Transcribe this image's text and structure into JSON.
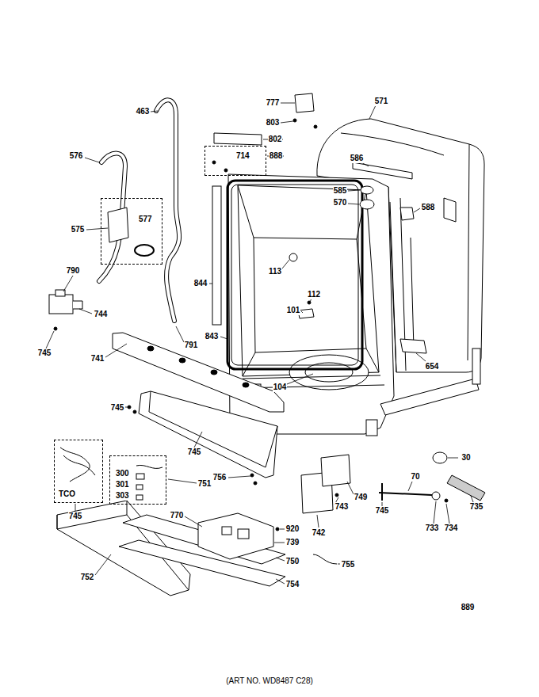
{
  "diagram": {
    "nodes": [
      {
        "text": [
          "577"
        ]
      },
      {
        "text": [
          "714"
        ]
      },
      {
        "text": [
          "TCO"
        ]
      },
      {
        "text": [
          "300",
          "301",
          "303"
        ]
      }
    ],
    "labels": [
      "463",
      "576",
      "575",
      "790",
      "744",
      "745",
      "791",
      "844",
      "843",
      "741",
      "745",
      "745",
      "756",
      "745",
      "751",
      "752",
      "770",
      "920",
      "739",
      "750",
      "754",
      "755",
      "749",
      "742",
      "743",
      "745",
      "70",
      "733",
      "734",
      "735",
      "30",
      "104",
      "101",
      "112",
      "113",
      "654",
      "588",
      "586",
      "585",
      "570",
      "571",
      "777",
      "803",
      "802",
      "888",
      "889",
      "(ART NO. WD8487 C28)"
    ]
  }
}
